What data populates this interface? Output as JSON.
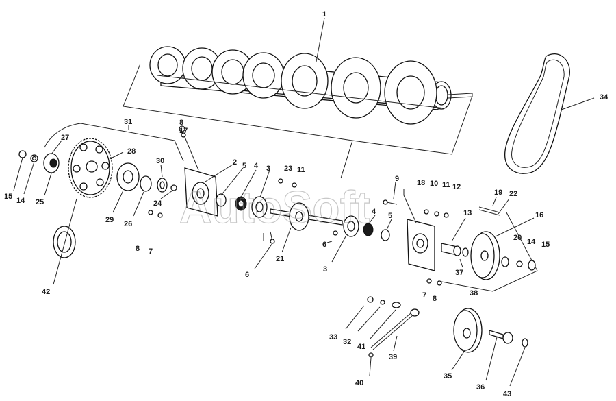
{
  "watermark": "AutoSoft",
  "labels": [
    {
      "id": "l1",
      "text": "1"
    },
    {
      "id": "l31",
      "text": "31"
    },
    {
      "id": "l8a",
      "text": "8"
    },
    {
      "id": "l17",
      "text": "17"
    },
    {
      "id": "l27",
      "text": "27"
    },
    {
      "id": "l28",
      "text": "28"
    },
    {
      "id": "l30",
      "text": "30"
    },
    {
      "id": "l2",
      "text": "2"
    },
    {
      "id": "l5a",
      "text": "5"
    },
    {
      "id": "l4a",
      "text": "4"
    },
    {
      "id": "l3a",
      "text": "3"
    },
    {
      "id": "l23",
      "text": "23"
    },
    {
      "id": "l11a",
      "text": "11"
    },
    {
      "id": "l15a",
      "text": "15"
    },
    {
      "id": "l14a",
      "text": "14"
    },
    {
      "id": "l25",
      "text": "25"
    },
    {
      "id": "l29",
      "text": "29"
    },
    {
      "id": "l26",
      "text": "26"
    },
    {
      "id": "l24",
      "text": "24"
    },
    {
      "id": "l8b",
      "text": "8"
    },
    {
      "id": "l7a",
      "text": "7"
    },
    {
      "id": "l42",
      "text": "42"
    },
    {
      "id": "l6a",
      "text": "6"
    },
    {
      "id": "l21",
      "text": "21"
    },
    {
      "id": "l9",
      "text": "9"
    },
    {
      "id": "l18",
      "text": "18"
    },
    {
      "id": "l10",
      "text": "10"
    },
    {
      "id": "l11b",
      "text": "11"
    },
    {
      "id": "l12",
      "text": "12"
    },
    {
      "id": "l4b",
      "text": "4"
    },
    {
      "id": "l5b",
      "text": "5"
    },
    {
      "id": "l6b",
      "text": "6"
    },
    {
      "id": "l3b",
      "text": "3"
    },
    {
      "id": "l19",
      "text": "19"
    },
    {
      "id": "l22",
      "text": "22"
    },
    {
      "id": "l13",
      "text": "13"
    },
    {
      "id": "l16",
      "text": "16"
    },
    {
      "id": "l20",
      "text": "20"
    },
    {
      "id": "l14b",
      "text": "14"
    },
    {
      "id": "l15b",
      "text": "15"
    },
    {
      "id": "l37",
      "text": "37"
    },
    {
      "id": "l7b",
      "text": "7"
    },
    {
      "id": "l8c",
      "text": "8"
    },
    {
      "id": "l38",
      "text": "38"
    },
    {
      "id": "l34",
      "text": "34"
    },
    {
      "id": "l33",
      "text": "33"
    },
    {
      "id": "l32",
      "text": "32"
    },
    {
      "id": "l41",
      "text": "41"
    },
    {
      "id": "l39",
      "text": "39"
    },
    {
      "id": "l35",
      "text": "35"
    },
    {
      "id": "l36",
      "text": "36"
    },
    {
      "id": "l40",
      "text": "40"
    },
    {
      "id": "l43",
      "text": "43"
    }
  ]
}
